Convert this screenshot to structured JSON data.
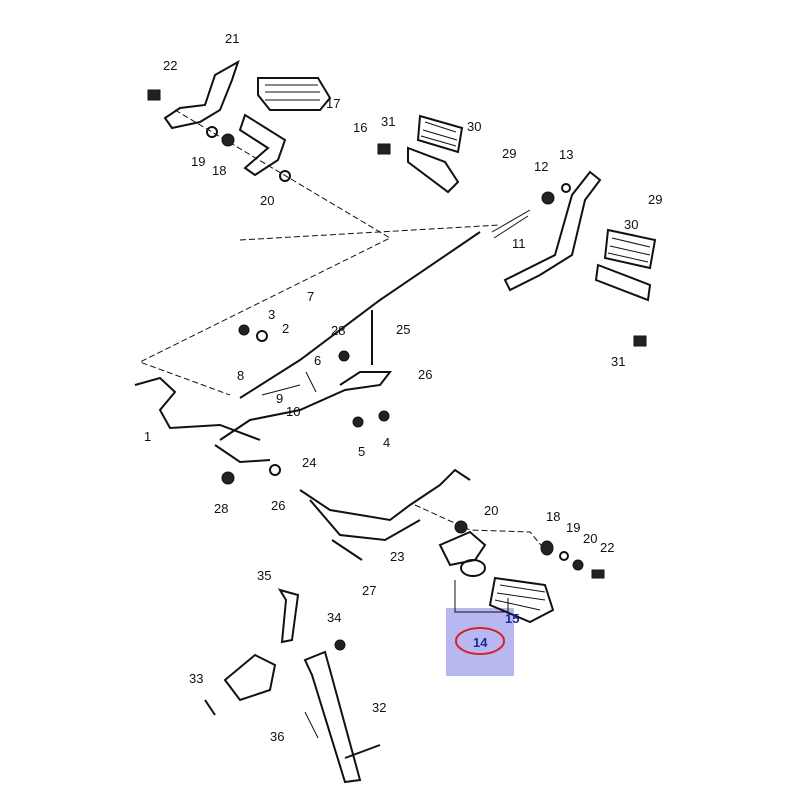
{
  "diagram": {
    "highlight_color": "#b8b8f0",
    "circle_color": "#d8202a",
    "labels": {
      "p21": "21",
      "p22a": "22",
      "p17": "17",
      "p16": "16",
      "p19a": "19",
      "p18a": "18",
      "p20a": "20",
      "p31a": "31",
      "p30a": "30",
      "p29a": "29",
      "p12": "12",
      "p13": "13",
      "p11": "11",
      "p30b": "30",
      "p29b": "29",
      "p31b": "31",
      "p7": "7",
      "p3": "3",
      "p2": "2",
      "p28a": "28",
      "p25": "25",
      "p6": "6",
      "p8": "8",
      "p26a": "26",
      "p9": "9",
      "p10": "10",
      "p1": "1",
      "p5": "5",
      "p4": "4",
      "p24": "24",
      "p28b": "28",
      "p26b": "26",
      "p20b": "20",
      "p18b": "18",
      "p19b": "19",
      "p20c": "20",
      "p22b": "22",
      "p23": "23",
      "p27": "27",
      "p15": "15",
      "p14": "14",
      "p35": "35",
      "p34": "34",
      "p33": "33",
      "p32": "32",
      "p36": "36"
    }
  }
}
